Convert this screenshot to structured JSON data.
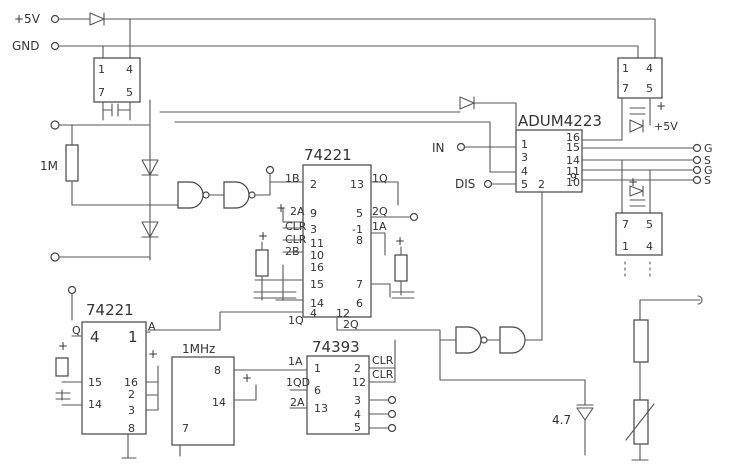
{
  "rails": {
    "vcc": "+5V",
    "gnd": "GND"
  },
  "resistor_1m": "1M",
  "iso_in": {
    "in": "IN",
    "dis": "DIS"
  },
  "chips": {
    "reg_left": {
      "p1": "1",
      "p4": "4",
      "p7": "7",
      "p5": "5"
    },
    "reg_right": {
      "p1": "1",
      "p4": "4",
      "p7": "7",
      "p5": "5",
      "vout": "+5V"
    },
    "aux_right": {
      "p7": "7",
      "p5": "5",
      "p1": "1",
      "p4": "4"
    },
    "u74221": {
      "title": "74221",
      "pins": [
        "2",
        "13",
        "9",
        "5",
        "3",
        "8",
        "11",
        "10",
        "16",
        "15",
        "7",
        "14",
        "6",
        "4",
        "12",
        "-1"
      ],
      "signals": [
        "1B",
        "1Q",
        "2A",
        "2Q",
        "CLR",
        "1A",
        "CLR",
        "2B",
        "1Q",
        "2Q"
      ]
    },
    "adum": {
      "title": "ADUM4223",
      "pins": [
        "1",
        "3",
        "4",
        "5",
        "2",
        "16",
        "15",
        "14",
        "11",
        "10",
        "9"
      ],
      "outputs": [
        "G",
        "S",
        "G",
        "S"
      ]
    },
    "u74221b": {
      "title": "74221",
      "signals": [
        "Q",
        "A"
      ],
      "pins": [
        "4",
        "1",
        "15",
        "16",
        "14",
        "2",
        "3",
        "8"
      ]
    },
    "osc": {
      "title": "1MHz",
      "pins": [
        "8",
        "14",
        "7"
      ]
    },
    "u74393": {
      "title": "74393",
      "pins": [
        "1",
        "2",
        "12",
        "6",
        "13",
        "3",
        "4",
        "5"
      ],
      "signals": [
        "1A",
        "1QD",
        "2A",
        "CLR",
        "CLR"
      ]
    }
  },
  "zener": "4.7"
}
